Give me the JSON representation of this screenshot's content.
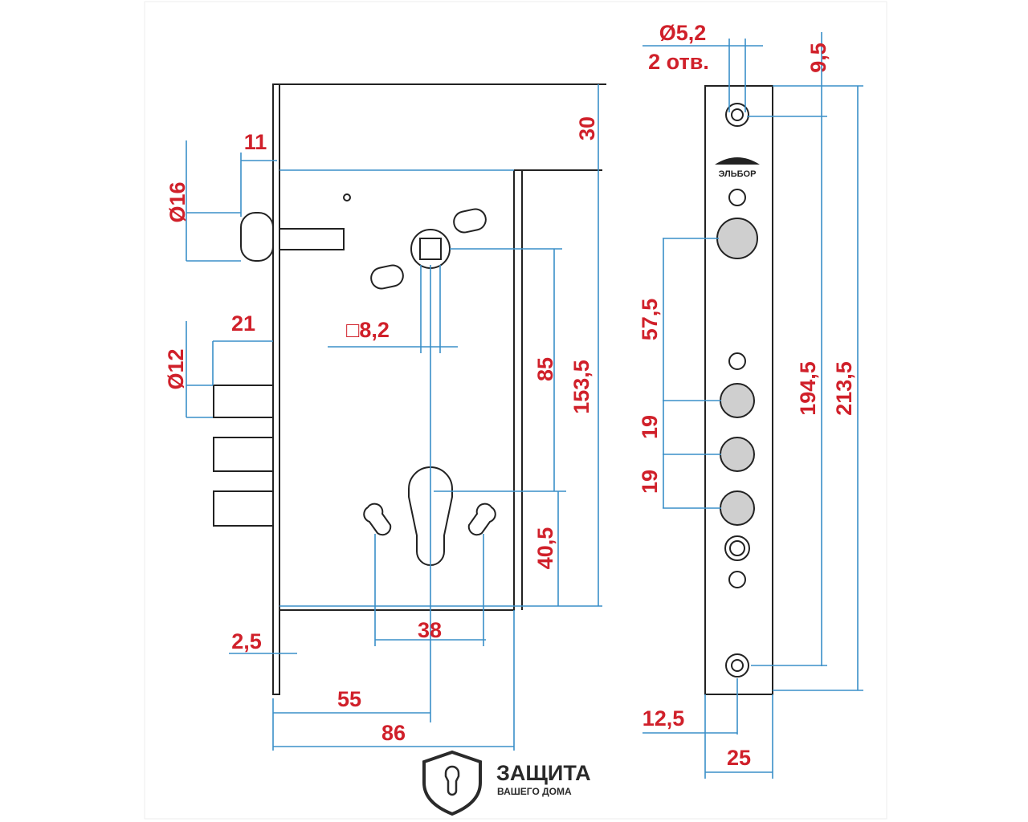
{
  "title": "Mortise lock dimensional drawing",
  "brand_mark": "ЭЛЬБОР",
  "logo": {
    "line1": "ЗАЩИТА",
    "line2": "ВАШЕГО ДОМА"
  },
  "colors": {
    "dimension_text": "#d0202a",
    "dimension_line": "#3a8fc8",
    "outline": "#222222"
  },
  "lock_body": {
    "roller_diameter": "Ø16",
    "roller_offset": "11",
    "top_offset": "30",
    "spindle_square": "□8,2",
    "bolt_length": "21",
    "bolt_diameter": "Ø12",
    "spindle_to_cylinder": "85",
    "spindle_to_bottom": "153,5",
    "cylinder_to_bottom": "40,5",
    "screw_spacing": "38",
    "faceplate_thickness": "2,5",
    "backset": "55",
    "body_depth": "86"
  },
  "strike_plate": {
    "hole_diameter": "Ø5,2",
    "hole_count": "2 отв.",
    "top_hole_offset": "9,5",
    "spacing_1": "57,5",
    "spacing_2": "19",
    "spacing_3": "19",
    "hole_spacing": "194,5",
    "length": "213,5",
    "hole_edge_offset": "12,5",
    "width": "25"
  }
}
